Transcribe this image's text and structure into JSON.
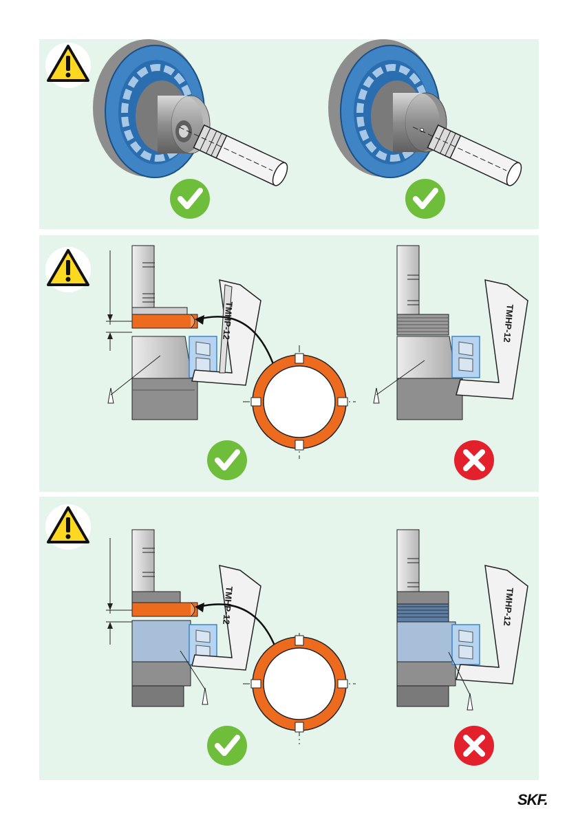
{
  "page": {
    "background": "#ffffff",
    "panel_color": "#e6f5ec",
    "brand_logo": "SKF."
  },
  "colors": {
    "warning_yellow": "#fcd823",
    "ok_green": "#6fbe3b",
    "wrong_red": "#e3212d",
    "bearing_blue": "#3f84c5",
    "nut_orange": "#ed6b1f",
    "steel_grey": "#9a9a9a"
  },
  "panels": [
    {
      "id": "panel-1",
      "icons": [
        "warning-icon"
      ],
      "figures": [
        {
          "id": "fig-1a",
          "result": "ok",
          "icon": "checkmark-icon"
        },
        {
          "id": "fig-1b",
          "result": "ok",
          "icon": "checkmark-icon"
        }
      ]
    },
    {
      "id": "panel-2",
      "icons": [
        "warning-icon"
      ],
      "figures": [
        {
          "id": "fig-2a",
          "result": "ok",
          "icon": "checkmark-icon",
          "tool_label": "TMHP-12"
        },
        {
          "id": "fig-2b",
          "result": "wrong",
          "icon": "cross-icon",
          "tool_label": "TMHP-12"
        }
      ]
    },
    {
      "id": "panel-3",
      "icons": [
        "warning-icon"
      ],
      "figures": [
        {
          "id": "fig-3a",
          "result": "ok",
          "icon": "checkmark-icon",
          "tool_label": "TMHP-12"
        },
        {
          "id": "fig-3b",
          "result": "wrong",
          "icon": "cross-icon",
          "tool_label": "TMHP-12"
        }
      ]
    }
  ]
}
